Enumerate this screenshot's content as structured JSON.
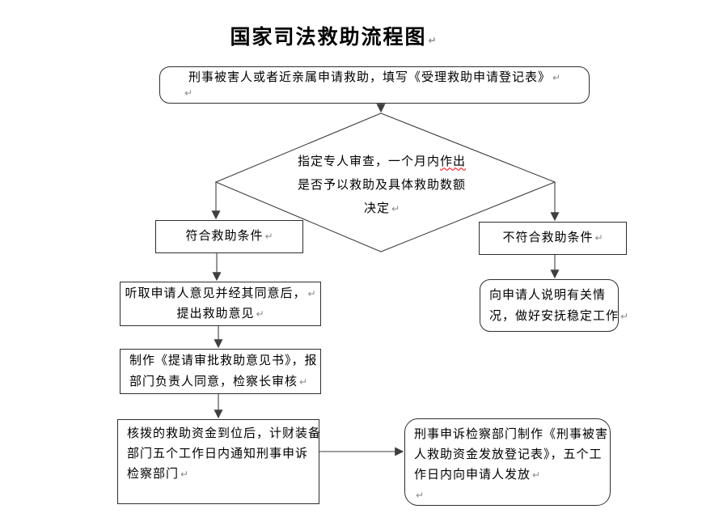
{
  "title": {
    "text": "国家司法救助流程图",
    "eol": "↵"
  },
  "colors": {
    "border": "#2e2e2e",
    "connector": "#3f3f3f",
    "squiggle": "#ff0000",
    "mark": "#8a8a8a",
    "ink": "#000000",
    "paper": "#ffffff"
  },
  "flowchart": {
    "apply": {
      "shape": "rounded-rectangle",
      "l1": "刑事被害人或者近亲属申请救助，填写《受理救助申请登记表》",
      "m1": "↵",
      "m2": "↵"
    },
    "review": {
      "shape": "diamond",
      "l1_pre": "指定专人审查，一个月内",
      "l1_misspelled": "作出",
      "l2": "是否予以救助及具体救助数额",
      "l3": "决定",
      "m3": "↵"
    },
    "eligible": {
      "shape": "rectangle",
      "l1": "符合救助条件",
      "m1": "↵"
    },
    "ineligible": {
      "shape": "rectangle",
      "l1": "不符合救助条件",
      "m1": "↵"
    },
    "explain": {
      "shape": "rounded-rectangle",
      "l1": "向申请人说明有关情",
      "l2": "况，做好安抚稳定工作",
      "m2": "↵"
    },
    "listen": {
      "shape": "rectangle",
      "l1": "听取申请人意见并经其同意后，",
      "m1": "↵",
      "l2": "提出救助意见",
      "m2": "↵"
    },
    "draft": {
      "shape": "rectangle",
      "l1": "制作《提请审批救助意见书》，报",
      "l2": "部门负责人同意，检察长审核",
      "m2": "↵"
    },
    "funds": {
      "shape": "rectangle",
      "l1": "核拨的救助资金到位后，计财装备",
      "l2": "部门五个工作日内通知刑事申诉",
      "l3": "检察部门",
      "m3": "↵"
    },
    "issue": {
      "shape": "rounded-rectangle",
      "l1": "刑事申诉检察部门制作《刑事被害",
      "l2": "人救助资金发放登记表》，五个工",
      "l3": "作日内向申请人发放",
      "m3": "↵",
      "m4": "↵"
    }
  }
}
